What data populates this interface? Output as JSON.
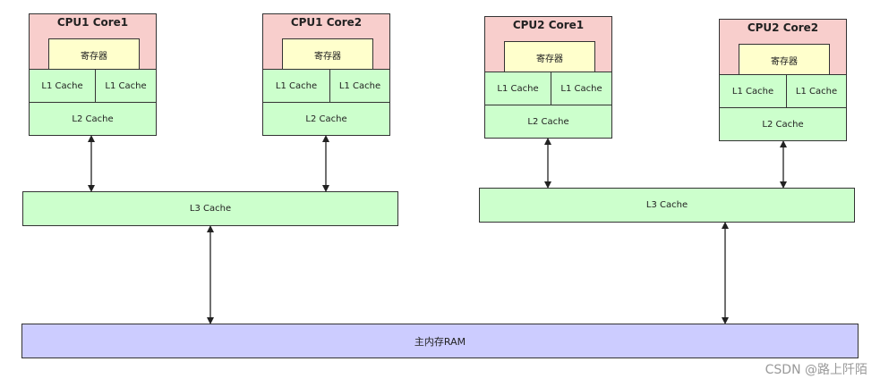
{
  "cpu1": {
    "core1": {
      "title": "CPU1 Core1",
      "register": "寄存器",
      "l1a": "L1  Cache",
      "l1b": "L1 Cache",
      "l2": "L2  Cache"
    },
    "core2": {
      "title": "CPU1 Core2",
      "register": "寄存器",
      "l1a": "L1  Cache",
      "l1b": "L1  Cache",
      "l2": "L2  Cache"
    },
    "l3": "L3  Cache"
  },
  "cpu2": {
    "core1": {
      "title": "CPU2 Core1",
      "register": "寄存器",
      "l1a": "L1  Cache",
      "l1b": "L1  Cache",
      "l2": "L2  Cache"
    },
    "core2": {
      "title": "CPU2 Core2",
      "register": "寄存器",
      "l1a": "L1  Cache",
      "l1b": "L1  Cache",
      "l2": "L2  Cache"
    },
    "l3": "L3  Cache"
  },
  "ram": "主内存RAM",
  "watermark": "CSDN @路上阡陌"
}
